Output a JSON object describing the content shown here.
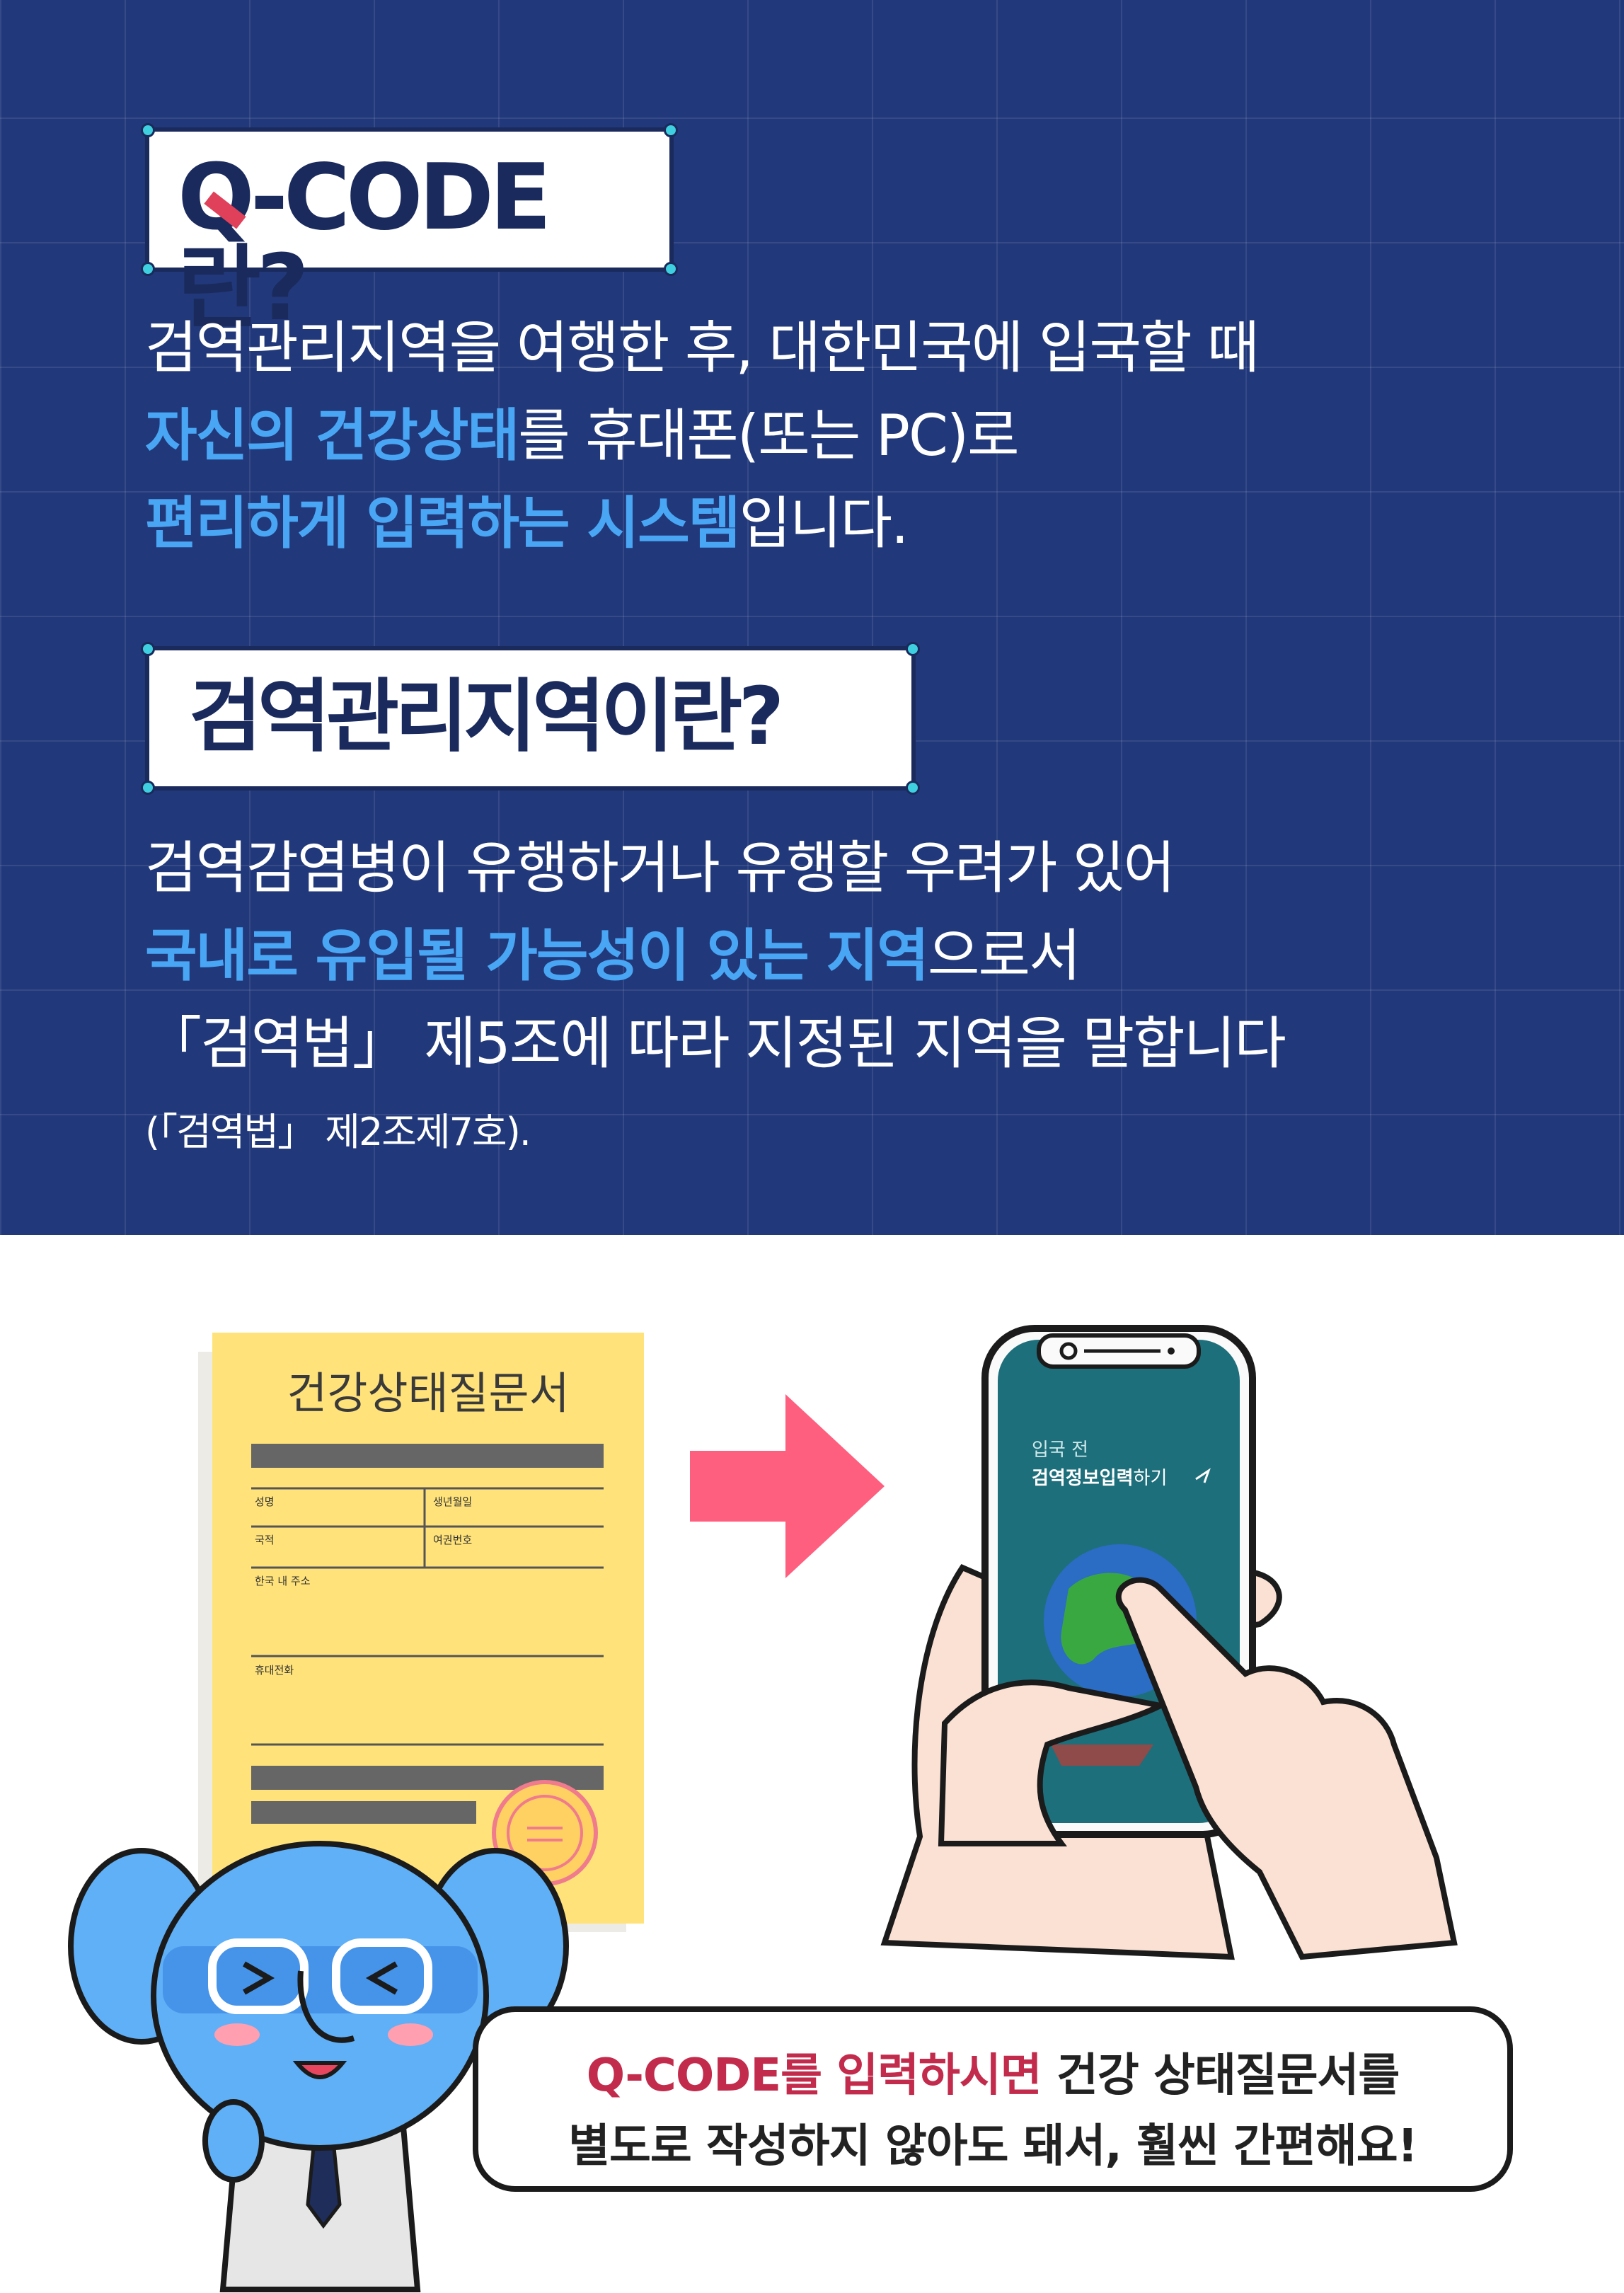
{
  "section1": {
    "title": "Q-CODE란?",
    "title_q": "Q",
    "title_rest": "-CODE란?",
    "line1": "검역관리지역을 여행한 후, 대한민국에 입국할 때",
    "line2_hl": "자신의 건강상태",
    "line2_rest": "를 휴대폰(또는 PC)로",
    "line3_hl": "편리하게 입력하는 시스템",
    "line3_rest": "입니다."
  },
  "section2": {
    "title": "검역관리지역이란?",
    "line1": "검역감염병이 유행하거나 유행할 우려가 있어",
    "line2_hl": "국내로 유입될 가능성이 있는 지역",
    "line2_rest": "으로서",
    "line3": "「검역법」 제5조에 따라 지정된 지역을 말합니다",
    "note": "(「검역법」 제2조제7호)."
  },
  "form": {
    "title": "건강상태질문서",
    "field_name": "성명",
    "field_birth": "생년월일",
    "field_nation": "국적",
    "field_passport": "여권번호",
    "field_address": "한국 내 주소",
    "field_phone": "휴대전화"
  },
  "phone_screen": {
    "line1": "입국 전",
    "line2_bold": "검역정보입력",
    "line2_rest": "하기"
  },
  "bubble": {
    "line1_red": "Q-CODE를 입력하시면",
    "line1_rest": " 건강 상태질문서를",
    "line2": "별도로 작성하지 않아도 돼서, 훨씬 간편해요!"
  },
  "colors": {
    "navy_bg": "#21387a",
    "highlight_blue": "#49a6f5",
    "accent_red": "#c22b4b",
    "arrow_pink": "#ff5f7f",
    "form_yellow": "#ffe37a",
    "corner_teal": "#3ed0e0"
  }
}
